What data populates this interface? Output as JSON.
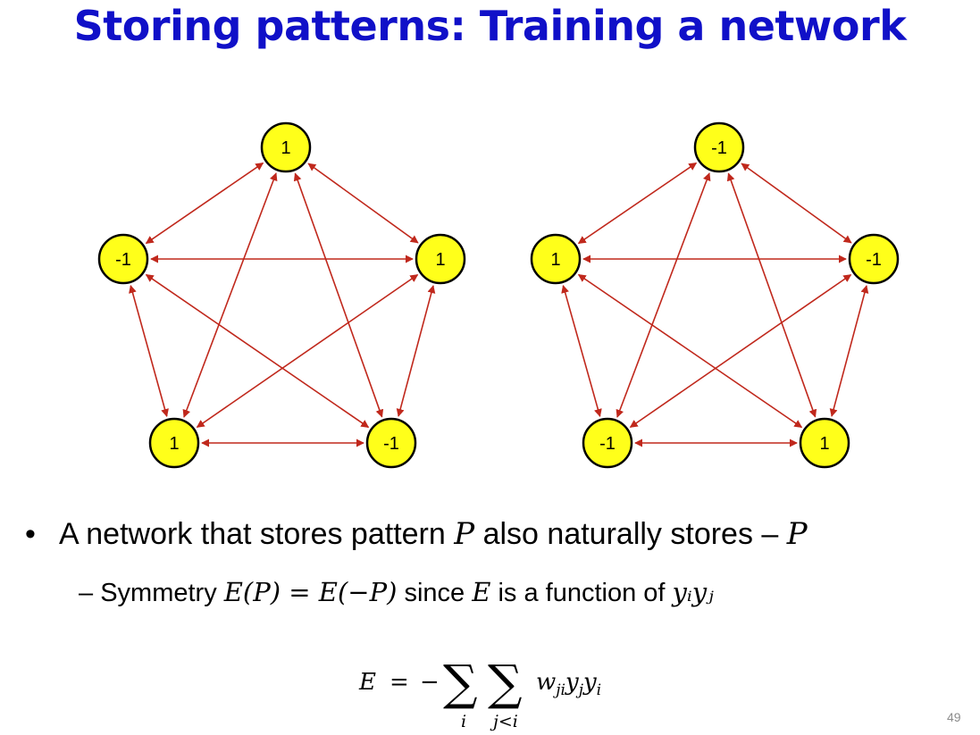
{
  "title": "Storing patterns: Training a network",
  "networks": [
    {
      "nodes": [
        {
          "id": "top",
          "value": "1"
        },
        {
          "id": "left",
          "value": "-1"
        },
        {
          "id": "right",
          "value": "1"
        },
        {
          "id": "bottom_left",
          "value": "1"
        },
        {
          "id": "bottom_right",
          "value": "-1"
        }
      ]
    },
    {
      "nodes": [
        {
          "id": "top",
          "value": "-1"
        },
        {
          "id": "left",
          "value": "1"
        },
        {
          "id": "right",
          "value": "-1"
        },
        {
          "id": "bottom_left",
          "value": "-1"
        },
        {
          "id": "bottom_right",
          "value": "1"
        }
      ]
    }
  ],
  "colors": {
    "title": "#1010c8",
    "node_fill": "#ffff1a",
    "edge": "#c0281c"
  },
  "bullets": {
    "main_text": "A network that stores pattern",
    "main_var": "P",
    "main_text2": "also naturally stores",
    "main_neg": "–",
    "main_var2": "P",
    "sub_dash": "–",
    "sub_text1": "Symmetry",
    "sub_eq": "E(P) = E(−P)",
    "sub_text2": "since",
    "sub_var": "E",
    "sub_text3": "is a function of",
    "sub_vars": "yᵢyⱼ"
  },
  "equation": {
    "lhs": "E",
    "eq": "=",
    "minus": "−",
    "sigma": "∑",
    "sub1": "i",
    "sub2": "j<i",
    "w": "w",
    "w_sub": "ji",
    "y1": "y",
    "y1_sub": "j",
    "y2": "y",
    "y2_sub": "i"
  },
  "page_number": "49"
}
